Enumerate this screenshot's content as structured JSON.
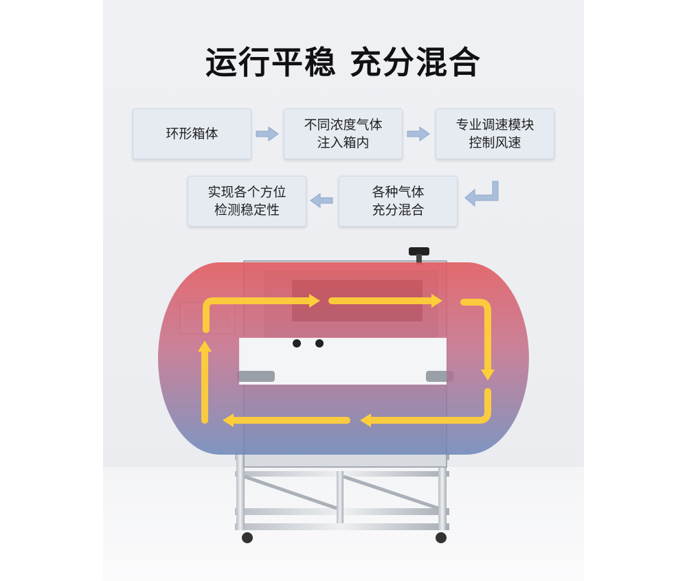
{
  "title": "运行平稳 充分混合",
  "steps": [
    {
      "label": "环形箱体"
    },
    {
      "label": "不同浓度气体\n注入箱内"
    },
    {
      "label": "专业调速模块\n控制风速"
    },
    {
      "label": "各种气体\n充分混合"
    },
    {
      "label": "实现各个方位\n检测稳定性"
    }
  ],
  "icons": {
    "flow_arrow": "flow-arrow-icon",
    "airflow_arrow": "airflow-arrow-icon"
  },
  "colors": {
    "warm_zone": "#e2585c",
    "cool_zone": "#6b86b8",
    "airflow": "#ffcc33",
    "step_box": "#e6ebf2",
    "step_arrow": "#9fb6d6"
  }
}
